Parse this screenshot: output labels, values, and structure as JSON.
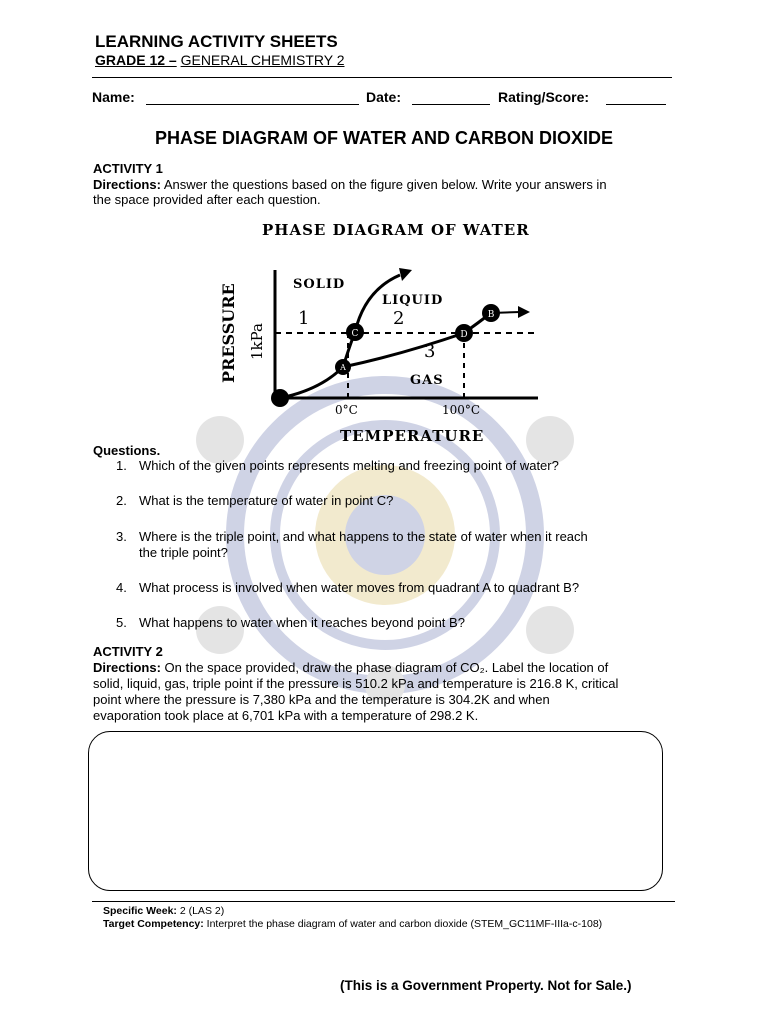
{
  "header": {
    "title": "LEARNING ACTIVITY SHEETS",
    "grade_bold": "GRADE 12 –",
    "grade_subject": "GENERAL CHEMISTRY 2"
  },
  "fields": {
    "name_label": "Name:",
    "date_label": "Date:",
    "rating_label": "Rating/Score:"
  },
  "main_title": "PHASE DIAGRAM OF WATER AND CARBON DIOXIDE",
  "activity1": {
    "heading": "ACTIVITY 1",
    "directions_label": "Directions:",
    "directions_line1": "Answer the questions based on the figure given below. Write your answers in",
    "directions_line2": "the space provided after each question."
  },
  "diagram": {
    "title": "PHASE DIAGRAM OF WATER",
    "solid": "SOLID",
    "liquid": "LIQUID",
    "gas": "GAS",
    "region1": "1",
    "region2": "2",
    "region3": "3",
    "point_a": "A",
    "point_b": "B",
    "point_c": "C",
    "point_d": "D",
    "y_label": "PRESSURE",
    "y_unit": "1kPa",
    "x_label": "TEMPERATURE",
    "tick_0c": "0°C",
    "tick_100c": "100°C"
  },
  "questions": {
    "heading": "Questions.",
    "items": [
      {
        "num": "1.",
        "text": "Which of the given points represents melting and freezing point of water?"
      },
      {
        "num": "2.",
        "text": "What is the temperature of water in point C?"
      },
      {
        "num": "3.",
        "text": "Where is the triple point, and what happens to the state of water when it reach",
        "text2": "the triple point?"
      },
      {
        "num": "4.",
        "text": "What process is involved when water moves from quadrant A to quadrant B?"
      },
      {
        "num": "5.",
        "text": "What happens to water when it reaches beyond point B?"
      }
    ]
  },
  "activity2": {
    "heading": "ACTIVITY 2",
    "directions_label": "Directions:",
    "line1": "On the space provided, draw the phase diagram of CO₂. Label the location of",
    "line2": "solid, liquid, gas, triple point if the pressure is 510.2 kPa and temperature is 216.8 K, critical",
    "line3": "point where the pressure is 7,380 kPa and the temperature is 304.2K and when",
    "line4": "evaporation took place at 6,701 kPa with a temperature of 298.2 K."
  },
  "footer": {
    "week_label": "Specific Week:",
    "week_value": "2 (LAS 2)",
    "competency_label": "Target Competency:",
    "competency_value": "Interpret the phase diagram of water and carbon dioxide (STEM_GC11MF-IIIa-c-108)",
    "notice": "(This is a Government Property. Not for Sale.)"
  },
  "colors": {
    "watermark": "#2b3a8c",
    "watermark_gold": "#c9a227"
  }
}
